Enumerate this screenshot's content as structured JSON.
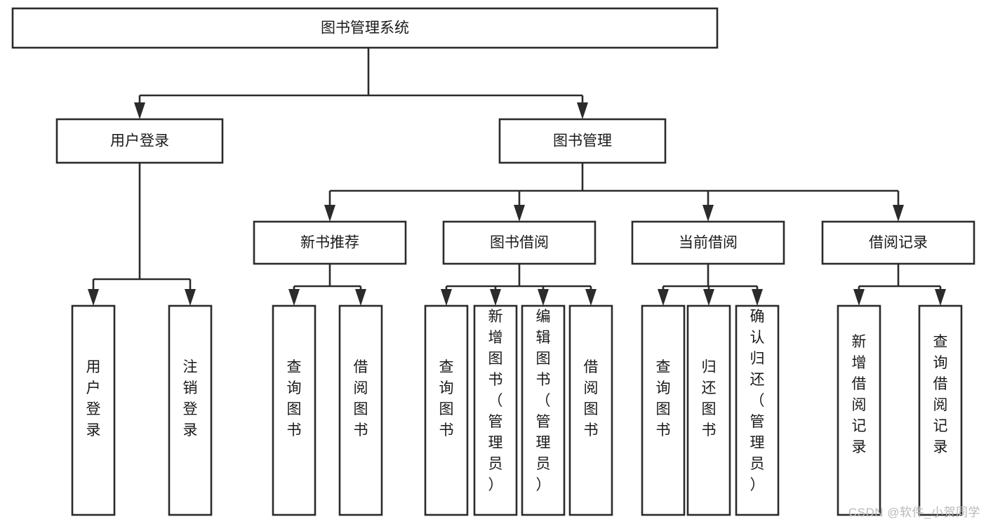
{
  "diagram": {
    "type": "tree-hierarchy-chart",
    "title_node": "图书管理系统",
    "watermark": "CSDN @软件_小贺同学",
    "colors": {
      "background": "#ffffff",
      "box_stroke": "#2b2b2b",
      "box_fill": "#ffffff",
      "text": "#1a1a1a",
      "watermark": "#b9b9b9"
    },
    "nodes": {
      "root": "图书管理系统",
      "level1": [
        "用户登录",
        "图书管理"
      ],
      "level2": [
        "新书推荐",
        "图书借阅",
        "当前借阅",
        "借阅记录"
      ],
      "leaves_user_login": [
        "用户登录",
        "注销登录"
      ],
      "leaves_new_books": [
        "查询图书",
        "借阅图书"
      ],
      "leaves_borrow": [
        "查询图书",
        "新增图书（管理员）",
        "编辑图书（管理员）",
        "借阅图书"
      ],
      "leaves_current": [
        "查询图书",
        "归还图书",
        "确认归还（管理员）"
      ],
      "leaves_records": [
        "新增借阅记录",
        "查询借阅记录"
      ]
    }
  }
}
